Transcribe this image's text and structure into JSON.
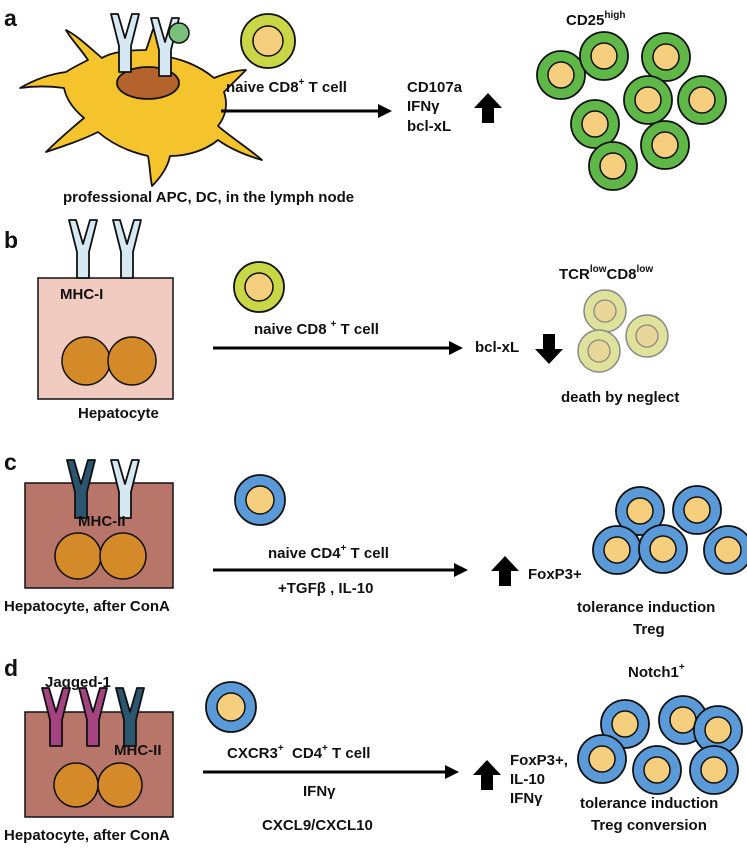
{
  "colors": {
    "dc_body": "#f5c42c",
    "dc_nucleus": "#b5632d",
    "receptor_light": "#d6e8f2",
    "receptor_dark": "#2c5570",
    "receptor_magenta": "#a4437f",
    "antigen": "#79c07a",
    "hepatocyte_pink": "#f2cbc0",
    "hepatocyte_brown": "#b8756a",
    "nucleus_orange": "#d48a28",
    "tcell_yellow_green": "#c9d645",
    "tcell_green": "#5fb748",
    "tcell_pale": "#dfe29a",
    "tcell_blue": "#5a9ad8",
    "tcell_core": "#f6cf7e",
    "arrow": "#000000"
  },
  "panels": {
    "a": {
      "letter": "a",
      "caption": "professional APC, DC, in the lymph node",
      "cell_label": "naive CD8",
      "cell_label_sup": "+",
      "cell_label_tail": " T cell",
      "markers": [
        "CD107a",
        "IFNγ",
        "bcl-xL"
      ],
      "outcome_base": "CD25",
      "outcome_sup": "high"
    },
    "b": {
      "letter": "b",
      "mhc_label": "MHC-I",
      "caption": "Hepatocyte",
      "cell_label": "naive CD8",
      "cell_label_sup": "+",
      "cell_label_tail": " T cell",
      "marker": "bcl-xL",
      "outcome_tcr": "TCR",
      "outcome_tcr_sup": "low",
      "outcome_cd8": "CD8",
      "outcome_cd8_sup": "low",
      "outcome_text": "death by neglect"
    },
    "c": {
      "letter": "c",
      "mhc_label": "MHC-II",
      "caption": "Hepatocyte, after ConA",
      "cell_label": "naive CD4",
      "cell_label_sup": "+",
      "cell_label_tail": " T cell",
      "conditions": "+TGFβ , IL-10",
      "marker": "FoxP3+",
      "outcome_line1": "tolerance induction",
      "outcome_line2": "Treg"
    },
    "d": {
      "letter": "d",
      "ligand_label": "Jagged-1",
      "mhc_label": "MHC-II",
      "caption": "Hepatocyte, after ConA",
      "cell_label_a": "CXCR3",
      "cell_label_a_sup": "+",
      "cell_label_b": "  CD4",
      "cell_label_b_sup": "+",
      "cell_label_tail": " T cell",
      "cytokine": "IFNγ",
      "chemokines": "CXCL9/CXCL10",
      "markers": [
        "FoxP3+,",
        "IL-10",
        "IFNγ"
      ],
      "outcome_base": "Notch1",
      "outcome_sup": "+",
      "outcome_line1": "tolerance induction",
      "outcome_line2": "Treg conversion"
    }
  }
}
